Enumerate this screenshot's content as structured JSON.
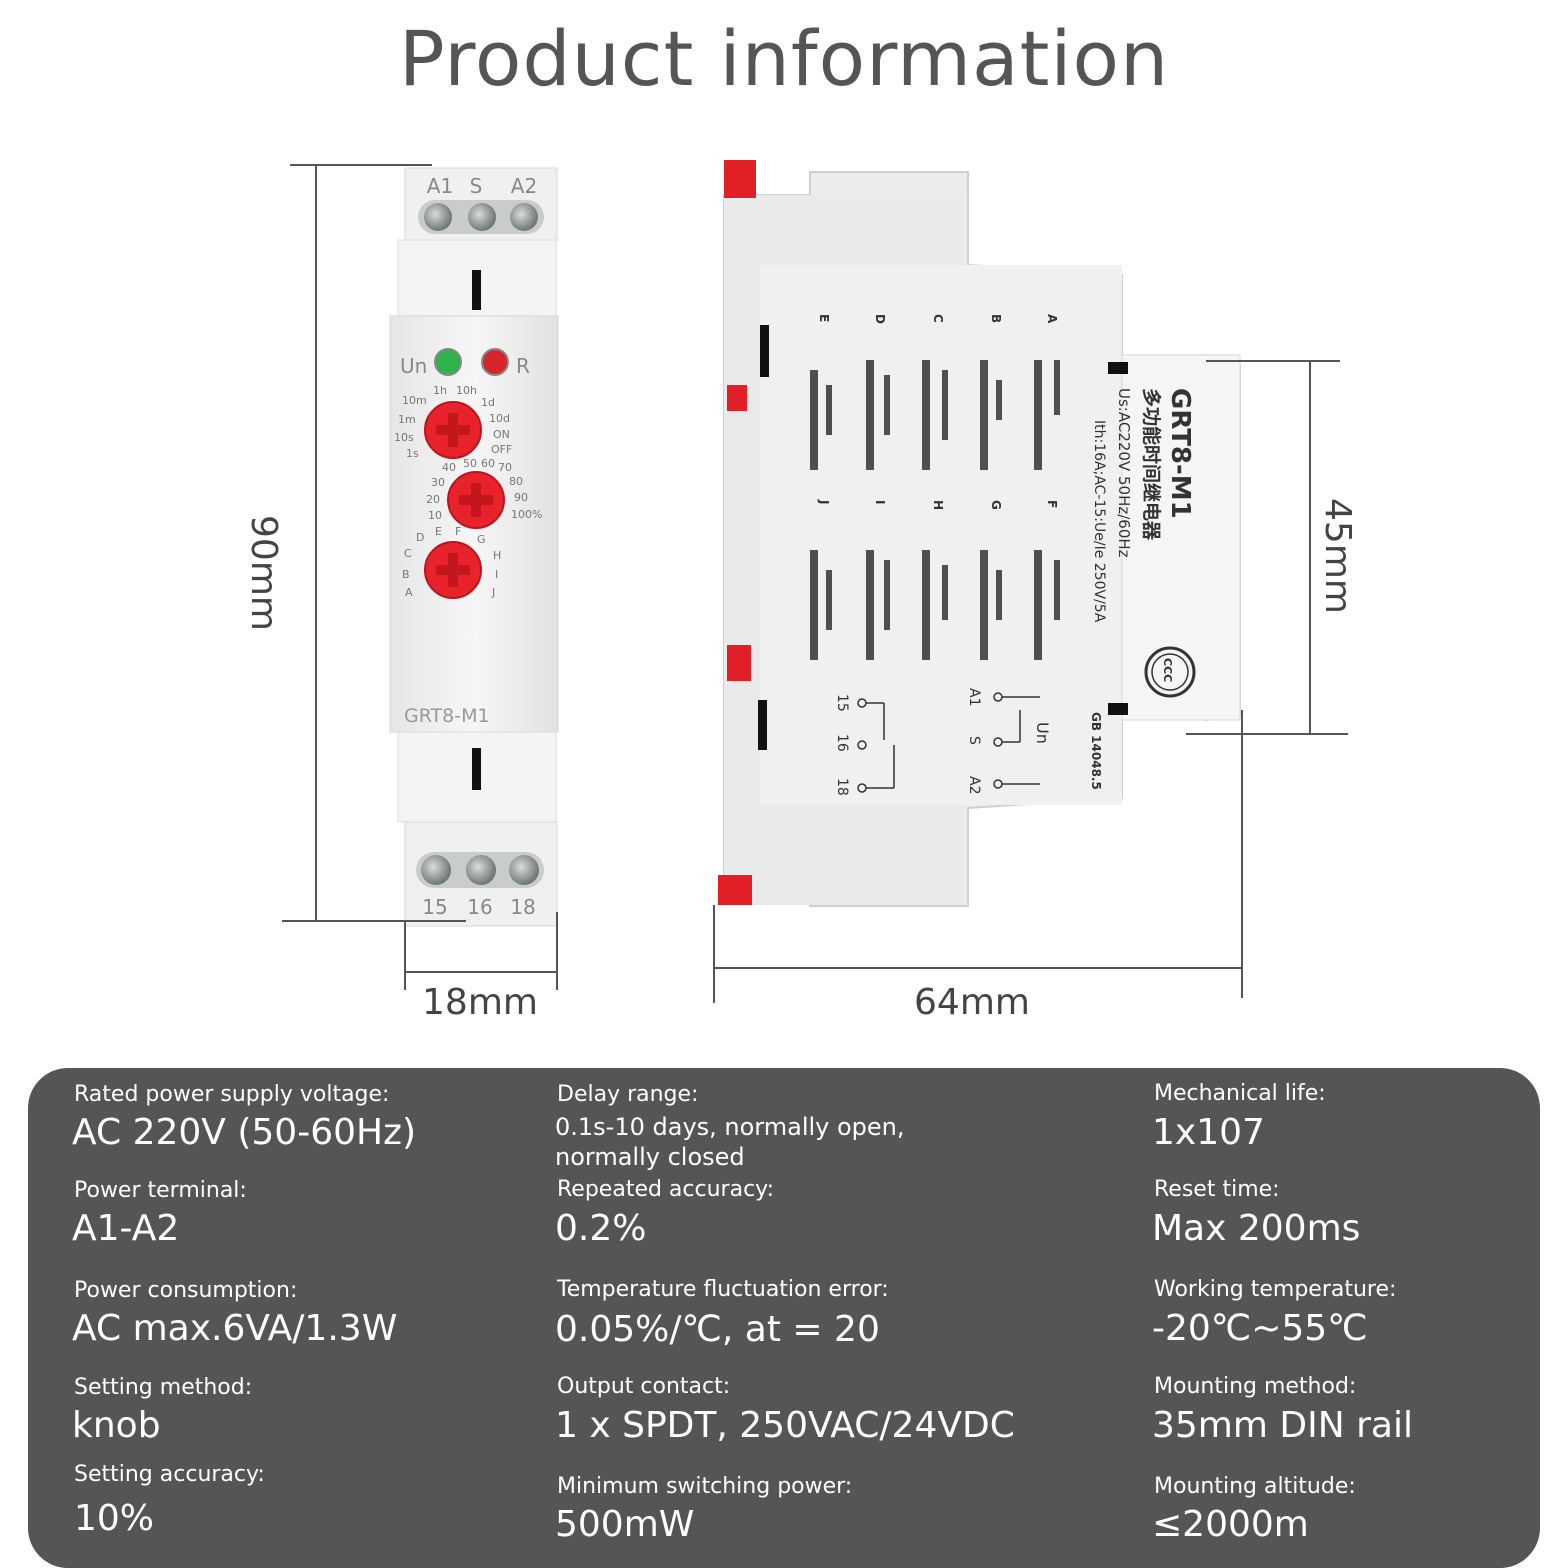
{
  "title": "Product information",
  "relay_front": {
    "top_terminals": [
      "A1",
      "S",
      "A2"
    ],
    "bottom_terminals": [
      "15",
      "16",
      "18"
    ],
    "led_labels": [
      "Un",
      "R"
    ],
    "model": "GRT8-M1",
    "knob1_scale": [
      "1h",
      "10h",
      "10m",
      "1d",
      "1m",
      "10d",
      "10s",
      "ON",
      "1s",
      "OFF"
    ],
    "knob2_scale": [
      "40",
      "50",
      "60",
      "70",
      "30",
      "80",
      "20",
      "90",
      "10",
      "100%"
    ],
    "knob3_scale": [
      "D",
      "E",
      "F",
      "G",
      "C",
      "H",
      "B",
      "I",
      "A",
      "J"
    ]
  },
  "relay_side": {
    "model": "GRT8-M1",
    "name_cn": "多功能时间继电器",
    "rating_line1": "Us:AC220V 50Hz/60Hz",
    "rating_line2": "Ith:16A;AC-15:Ue/Ie 250V/5A",
    "standard": "GB 14048.5",
    "cert_mark": "CCC",
    "terminal_labels": [
      "A1",
      "S",
      "A2",
      "15",
      "16",
      "18",
      "Un"
    ],
    "function_letters": [
      "A",
      "B",
      "C",
      "D",
      "E",
      "F",
      "G",
      "H",
      "I",
      "J"
    ]
  },
  "dimensions": {
    "height": "90mm",
    "width": "18mm",
    "depth": "64mm",
    "side_height": "45mm"
  },
  "specs": {
    "col1": [
      {
        "label": "Rated power supply voltage:",
        "value": "AC 220V (50-60Hz)"
      },
      {
        "label": "Power terminal:",
        "value": "A1-A2"
      },
      {
        "label": "Power consumption:",
        "value": "AC max.6VA/1.3W"
      },
      {
        "label": "Setting method:",
        "value": "knob"
      },
      {
        "label": "Setting accuracy:",
        "value": "10%"
      }
    ],
    "col2": [
      {
        "label": "Delay range:",
        "value": "0.1s-10 days, normally open, normally closed"
      },
      {
        "label": "Repeated accuracy:",
        "value": "0.2%"
      },
      {
        "label": "Temperature fluctuation error:",
        "value": "0.05%/℃, at = 20"
      },
      {
        "label": "Output contact:",
        "value": "1 x SPDT, 250VAC/24VDC"
      },
      {
        "label": "Minimum switching power:",
        "value": "500mW"
      }
    ],
    "col3": [
      {
        "label": "Mechanical life:",
        "value": "1x107"
      },
      {
        "label": "Reset time:",
        "value": "Max 200ms"
      },
      {
        "label": "Working temperature:",
        "value": "-20℃~55℃"
      },
      {
        "label": "Mounting method:",
        "value": "35mm DIN rail"
      },
      {
        "label": "Mounting altitude:",
        "value": "≤2000m"
      }
    ]
  },
  "colors": {
    "panel": "#555555",
    "knob": "#e8232b",
    "led_green": "#2fb34a",
    "led_red": "#d7262b",
    "din_clip": "#e01f26"
  }
}
